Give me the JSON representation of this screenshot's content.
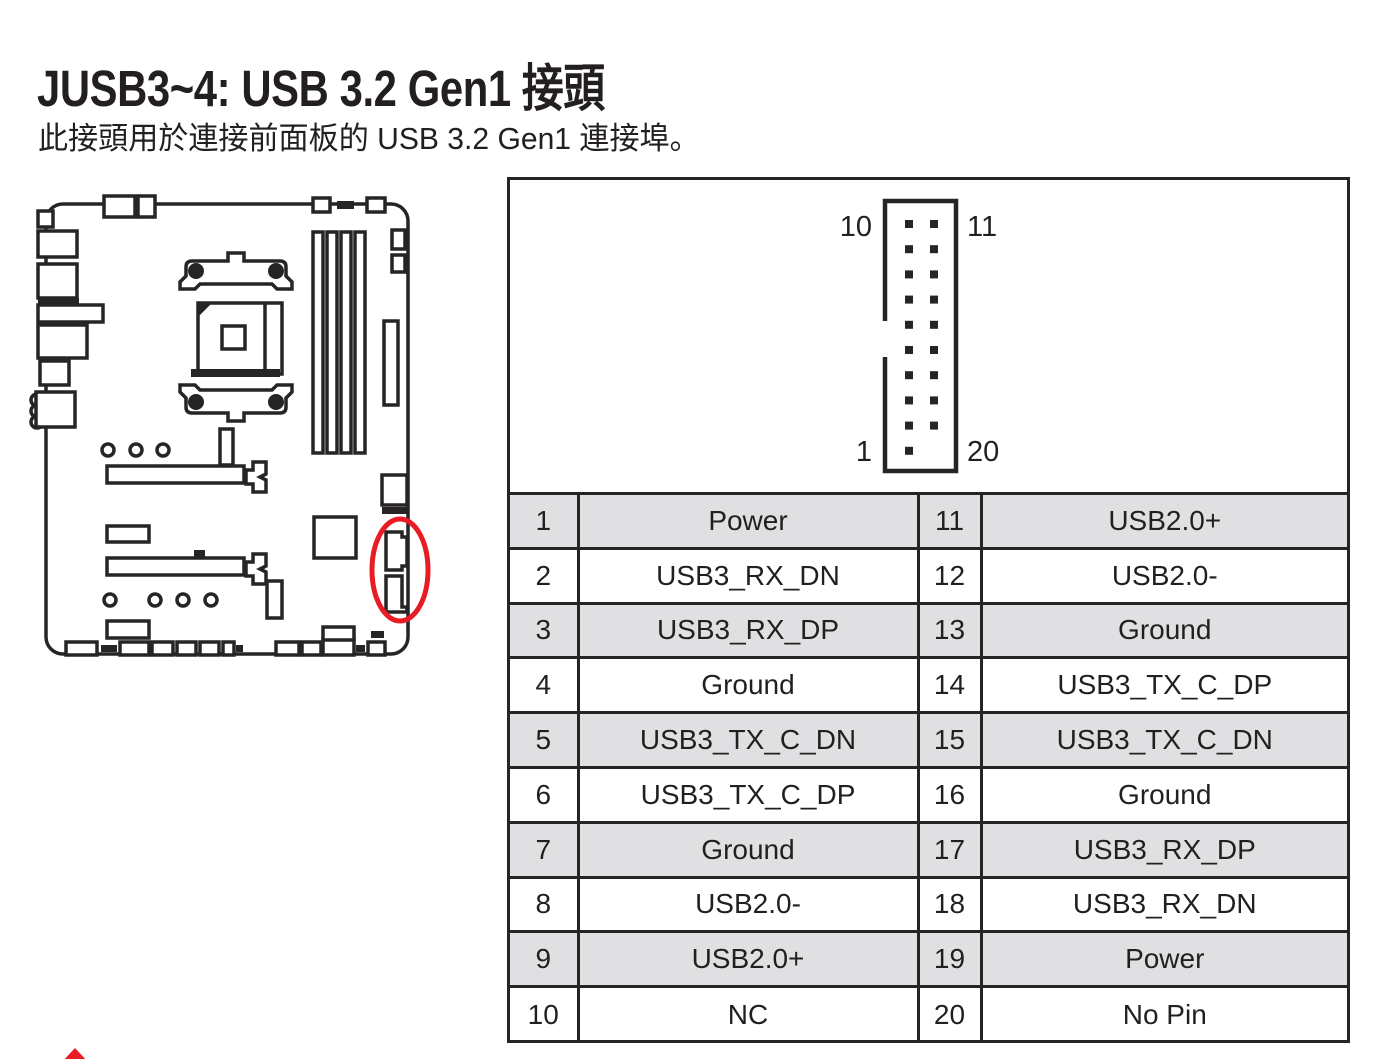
{
  "page": {
    "title": "JUSB3~4: USB 3.2 Gen1 接頭",
    "subtitle": "此接頭用於連接前面板的 USB 3.2 Gen1 連接埠。"
  },
  "connector_diagram": {
    "rows": 10,
    "columns": 2,
    "missing_pin": "20",
    "labels": {
      "top_left": "10",
      "top_right": "11",
      "bottom_left": "1",
      "bottom_right": "20"
    }
  },
  "pin_table": {
    "rows": [
      {
        "pin_l": "1",
        "signal_l": "Power",
        "pin_r": "11",
        "signal_r": "USB2.0+"
      },
      {
        "pin_l": "2",
        "signal_l": "USB3_RX_DN",
        "pin_r": "12",
        "signal_r": "USB2.0-"
      },
      {
        "pin_l": "3",
        "signal_l": "USB3_RX_DP",
        "pin_r": "13",
        "signal_r": "Ground"
      },
      {
        "pin_l": "4",
        "signal_l": "Ground",
        "pin_r": "14",
        "signal_r": "USB3_TX_C_DP"
      },
      {
        "pin_l": "5",
        "signal_l": "USB3_TX_C_DN",
        "pin_r": "15",
        "signal_r": "USB3_TX_C_DN"
      },
      {
        "pin_l": "6",
        "signal_l": "USB3_TX_C_DP",
        "pin_r": "16",
        "signal_r": "Ground"
      },
      {
        "pin_l": "7",
        "signal_l": "Ground",
        "pin_r": "17",
        "signal_r": "USB3_RX_DP"
      },
      {
        "pin_l": "8",
        "signal_l": "USB2.0-",
        "pin_r": "18",
        "signal_r": "USB3_RX_DN"
      },
      {
        "pin_l": "9",
        "signal_l": "USB2.0+",
        "pin_r": "19",
        "signal_r": "Power"
      },
      {
        "pin_l": "10",
        "signal_l": "NC",
        "pin_r": "20",
        "signal_r": "No Pin"
      }
    ]
  },
  "colors": {
    "text": "#231f20",
    "line_black": "#262424",
    "row_shade": "#e0e0e2",
    "highlight_red": "#e91c25"
  },
  "icons": {
    "warning_triangle": "red-triangle-css-shape",
    "connector_highlight": "red-ellipse-outline"
  }
}
